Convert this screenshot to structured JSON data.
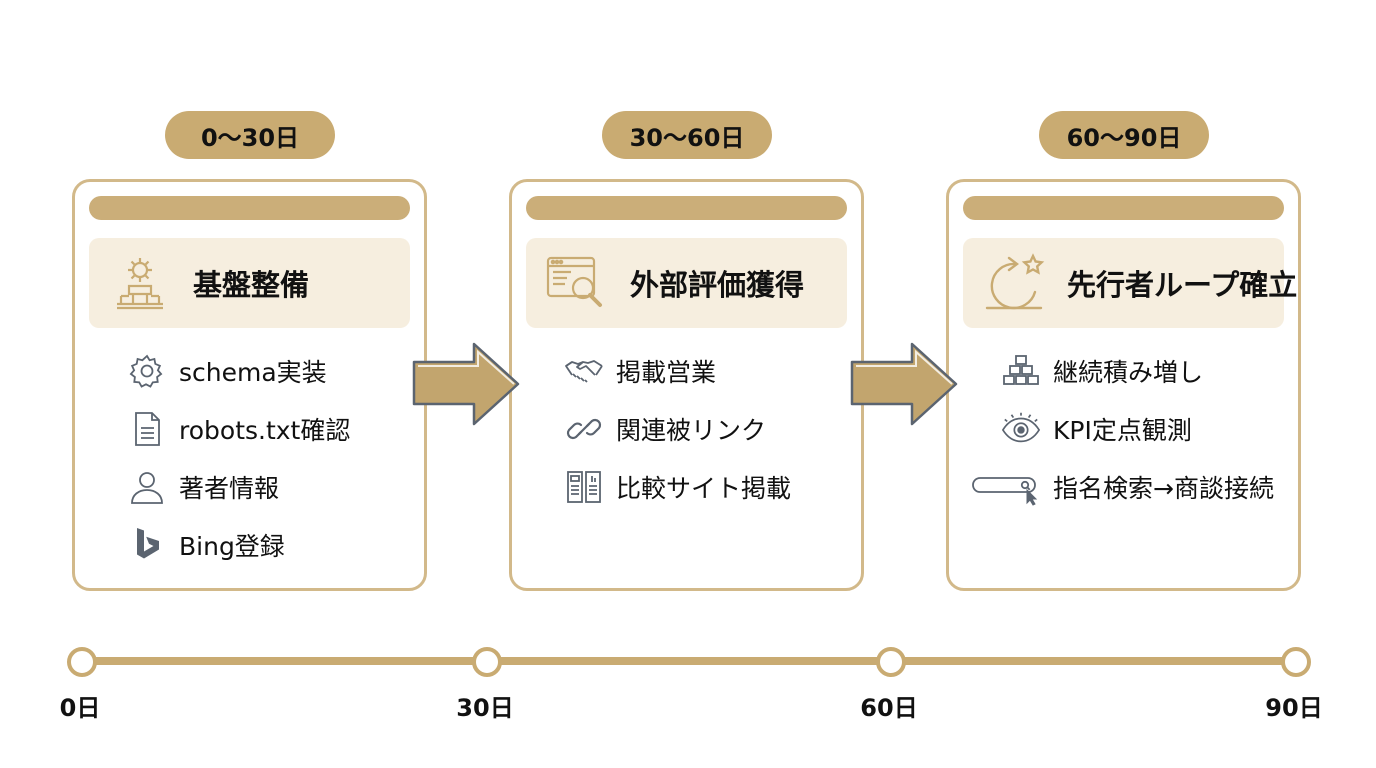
{
  "phases": [
    {
      "period": "0〜30日",
      "title": "基盤整備",
      "icon": "foundation-gear-icon",
      "items": [
        {
          "label": "schema実装",
          "icon": "gear-icon"
        },
        {
          "label": "robots.txt確認",
          "icon": "document-icon"
        },
        {
          "label": "著者情報",
          "icon": "person-icon"
        },
        {
          "label": "Bing登録",
          "icon": "bing-logo-icon"
        }
      ]
    },
    {
      "period": "30〜60日",
      "title": "外部評価獲得",
      "icon": "browser-search-icon",
      "items": [
        {
          "label": "掲載営業",
          "icon": "handshake-icon"
        },
        {
          "label": "関連被リンク",
          "icon": "link-icon"
        },
        {
          "label": "比較サイト掲載",
          "icon": "comparison-columns-icon"
        }
      ]
    },
    {
      "period": "60〜90日",
      "title": "先行者ループ確立",
      "icon": "loop-star-icon",
      "items": [
        {
          "label": "継続積み増し",
          "icon": "stacked-blocks-icon"
        },
        {
          "label": "KPI定点観測",
          "icon": "eye-icon"
        },
        {
          "label": "指名検索→商談接続",
          "icon": "search-bar-cursor-icon"
        }
      ]
    }
  ],
  "timeline": {
    "labels": [
      "0日",
      "30日",
      "60日",
      "90日"
    ]
  },
  "colors": {
    "accent": "#c9ab72",
    "card_border": "#d2b98a",
    "header_bg": "#f6eedf",
    "icon_gray": "#5b6470"
  }
}
